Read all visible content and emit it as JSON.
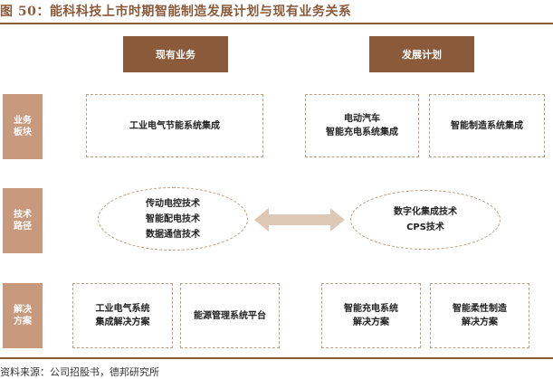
{
  "title": "图 50：能科科技上市时期智能制造发展计划与现有业务关系",
  "source": "资料来源：公司招股书，德邦研究所",
  "headers": {
    "current": "现有业务",
    "plan": "发展计划"
  },
  "row_labels": [
    [
      "业务",
      "板块"
    ],
    [
      "技术",
      "路径"
    ],
    [
      "解决",
      "方案"
    ]
  ],
  "business": {
    "current": [
      "工业电气节能系统集成"
    ],
    "plan_ev": [
      "电动汽车",
      "智能充电系统集成"
    ],
    "plan_mfg": [
      "智能制造系统集成"
    ]
  },
  "technology": {
    "current": [
      "传动电控技术",
      "智能配电技术",
      "数据通信技术"
    ],
    "plan": [
      "数字化集成技术",
      "CPS技术"
    ]
  },
  "solutions": {
    "s1": [
      "工业电气系统",
      "集成解决方案"
    ],
    "s2": [
      "能源管理系统平台"
    ],
    "s3": [
      "智能充电系统",
      "解决方案"
    ],
    "s4": [
      "智能柔性制造",
      "解决方案"
    ]
  },
  "colors": {
    "brown": "#8a5a3a",
    "label_tan": "#c89a7d",
    "dash": "#b8a089",
    "arrow": "#dcc8b4"
  }
}
